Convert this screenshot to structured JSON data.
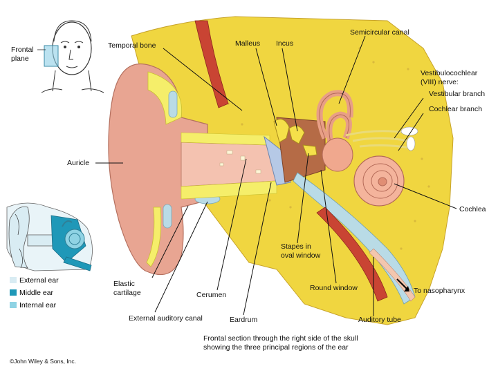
{
  "labels": {
    "frontal_plane": [
      "Frontal",
      "plane"
    ],
    "temporal_bone": "Temporal bone",
    "malleus": "Malleus",
    "incus": "Incus",
    "semicircular_canal": "Semicircular canal",
    "vestibulocochlear_nerve": [
      "Vestibulocochlear",
      "(VIII) nerve:"
    ],
    "vestibular_branch": "Vestibular branch",
    "cochlear_branch": "Cochlear branch",
    "auricle": "Auricle",
    "cochlea": "Cochlea",
    "stapes": [
      "Stapes in",
      "oval window"
    ],
    "elastic_cartilage": [
      "Elastic",
      "cartilage"
    ],
    "cerumen": "Cerumen",
    "round_window": "Round window",
    "to_nasopharynx": "To nasopharynx",
    "external_auditory_canal": "External auditory canal",
    "eardrum": "Eardrum",
    "auditory_tube": "Auditory tube"
  },
  "legend": [
    {
      "label": "External ear",
      "color": "#d9ecf3"
    },
    {
      "label": "Middle ear",
      "color": "#1f98b8"
    },
    {
      "label": "Internal ear",
      "color": "#8fd3e4"
    }
  ],
  "caption": [
    "Frontal section through the right side of the skull",
    "showing the three principal regions of the ear"
  ],
  "copyright": "©John Wiley & Sons, Inc.",
  "colors": {
    "bone": "#f0d640",
    "bone_dark": "#d9b52c",
    "skin": "#f2b5a0",
    "skin_dark": "#d98a7a",
    "cartilage": "#f5ee6a",
    "fluid": "#b9dbe6",
    "muscle": "#c94433",
    "cochlea": "#f4b49c"
  }
}
